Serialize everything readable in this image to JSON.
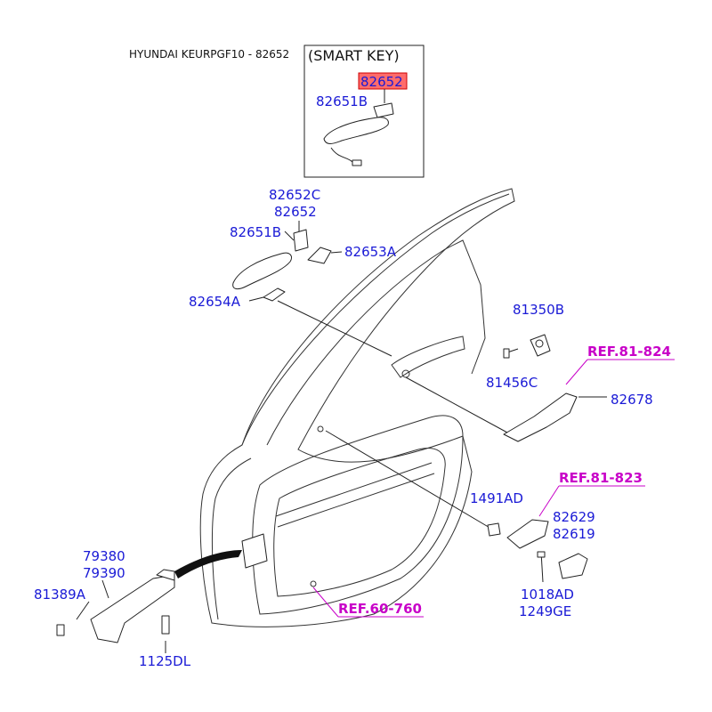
{
  "header": {
    "title": "HYUNDAI KEURPGF10 - 82652"
  },
  "smart_key_box": {
    "title": "(SMART KEY)",
    "highlighted_part": "82652",
    "part_handle": "82651B",
    "highlight_color": "#ff6b6b"
  },
  "labels": {
    "p82652C": "82652C",
    "p82652": "82652",
    "p82651B": "82651B",
    "p82653A": "82653A",
    "p82654A": "82654A",
    "p81350B": "81350B",
    "p81456C": "81456C",
    "p82678": "82678",
    "p1491AD": "1491AD",
    "p82629": "82629",
    "p82619": "82619",
    "p1018AD": "1018AD",
    "p1249GE": "1249GE",
    "p79380": "79380",
    "p79390": "79390",
    "p81389A": "81389A",
    "p1125DL": "1125DL"
  },
  "refs": {
    "r81824": "REF.81-824",
    "r81823": "REF.81-823",
    "r60760": "REF.60-760"
  },
  "colors": {
    "label": "#1a1ad6",
    "reference": "#c800c8",
    "line": "#222222"
  }
}
